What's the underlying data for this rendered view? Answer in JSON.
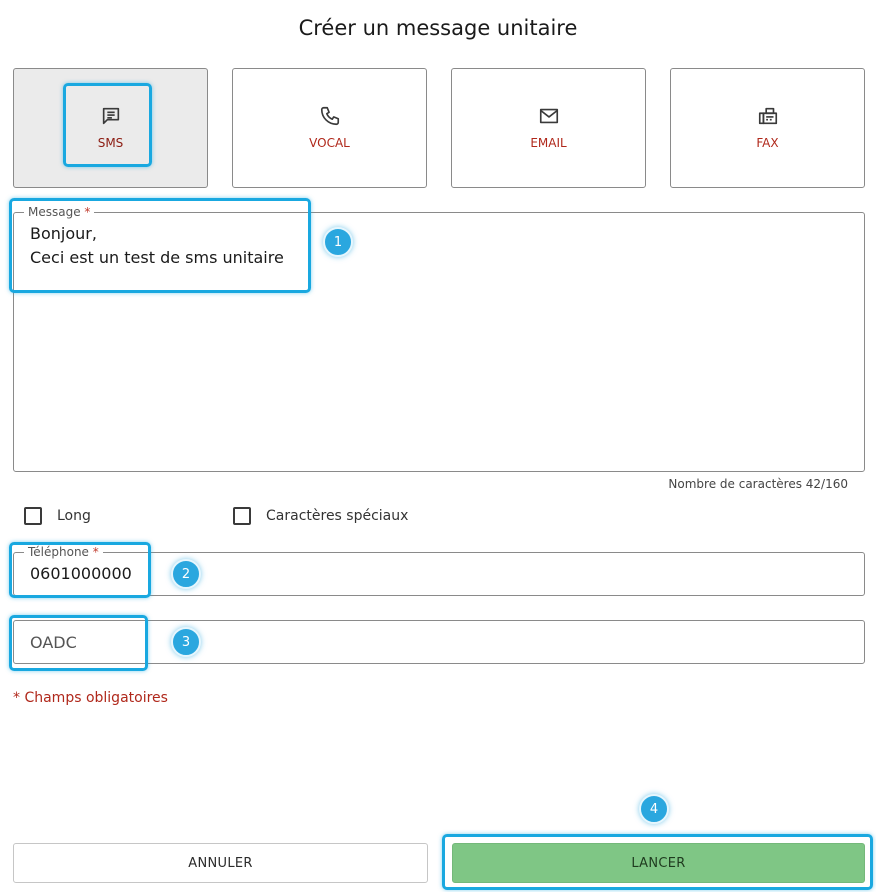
{
  "page": {
    "title": "Créer un message unitaire"
  },
  "channels": [
    {
      "label": "SMS",
      "icon": "sms-message-icon",
      "selected": true
    },
    {
      "label": "VOCAL",
      "icon": "phone-icon",
      "selected": false
    },
    {
      "label": "EMAIL",
      "icon": "envelope-icon",
      "selected": false
    },
    {
      "label": "FAX",
      "icon": "fax-icon",
      "selected": false
    }
  ],
  "message": {
    "label": "Message",
    "required_mark": "*",
    "value": "Bonjour,\nCeci est un test de sms unitaire",
    "char_count": "Nombre de caractères 42/160"
  },
  "options": {
    "long_label": "Long",
    "special_chars_label": "Caractères spéciaux"
  },
  "telephone": {
    "label": "Téléphone",
    "required_mark": "*",
    "value": "0601000000"
  },
  "oadc": {
    "placeholder": "OADC"
  },
  "footer": {
    "required_note": "* Champs obligatoires",
    "cancel_label": "ANNULER",
    "launch_label": "LANCER"
  },
  "annotations": {
    "step1": "1",
    "step2": "2",
    "step3": "3",
    "step4": "4"
  },
  "colors": {
    "highlight": "#19a8e0",
    "badge": "#2aa7df",
    "label_red": "#b0281b",
    "launch_green": "#7fc685"
  }
}
